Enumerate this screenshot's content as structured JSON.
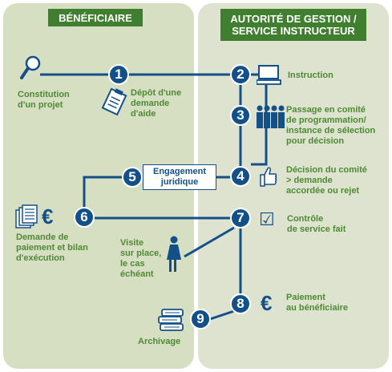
{
  "headers": {
    "left": "BÉNÉFICIAIRE",
    "right_line1": "AUTORITÉ DE GESTION /",
    "right_line2": "SERVICE INSTRUCTEUR"
  },
  "steps": [
    "1",
    "2",
    "3",
    "4",
    "5",
    "6",
    "7",
    "8",
    "9"
  ],
  "labels": {
    "constitution": [
      "Constitution",
      "d'un projet"
    ],
    "depot": [
      "Dépôt d'une",
      "demande",
      "d'aide"
    ],
    "instruction": "Instruction",
    "passage": [
      "Passage en comité",
      "de programmation/",
      "instance de sélection",
      "pour décision"
    ],
    "decision": [
      "Décision du comité",
      "> demande",
      "accordée ou rejet"
    ],
    "engagement": [
      "Engagement",
      "juridique"
    ],
    "demande_paiement": [
      "Demande de",
      "paiement et bilan",
      "d'exécution"
    ],
    "controle": [
      "Contrôle",
      "de service fait"
    ],
    "visite": [
      "Visite",
      "sur place,",
      "le cas",
      "échéant"
    ],
    "paiement": [
      "Paiement",
      "au bénéficiaire"
    ],
    "archivage": "Archivage"
  },
  "icons": {
    "search": "magnifier-icon",
    "clipboard": "clipboard-icon",
    "computer": "computer-icon",
    "committee": "people-icon",
    "thumbs": "thumbs-up-icon",
    "documents": "documents-icon",
    "euro_left": "€",
    "checkbox": "☑",
    "person": "woman-icon",
    "euro_right": "€",
    "books": "books-icon"
  },
  "colors": {
    "line": "#13508a",
    "header": "#3f7f2f",
    "label": "#4e8a34"
  }
}
